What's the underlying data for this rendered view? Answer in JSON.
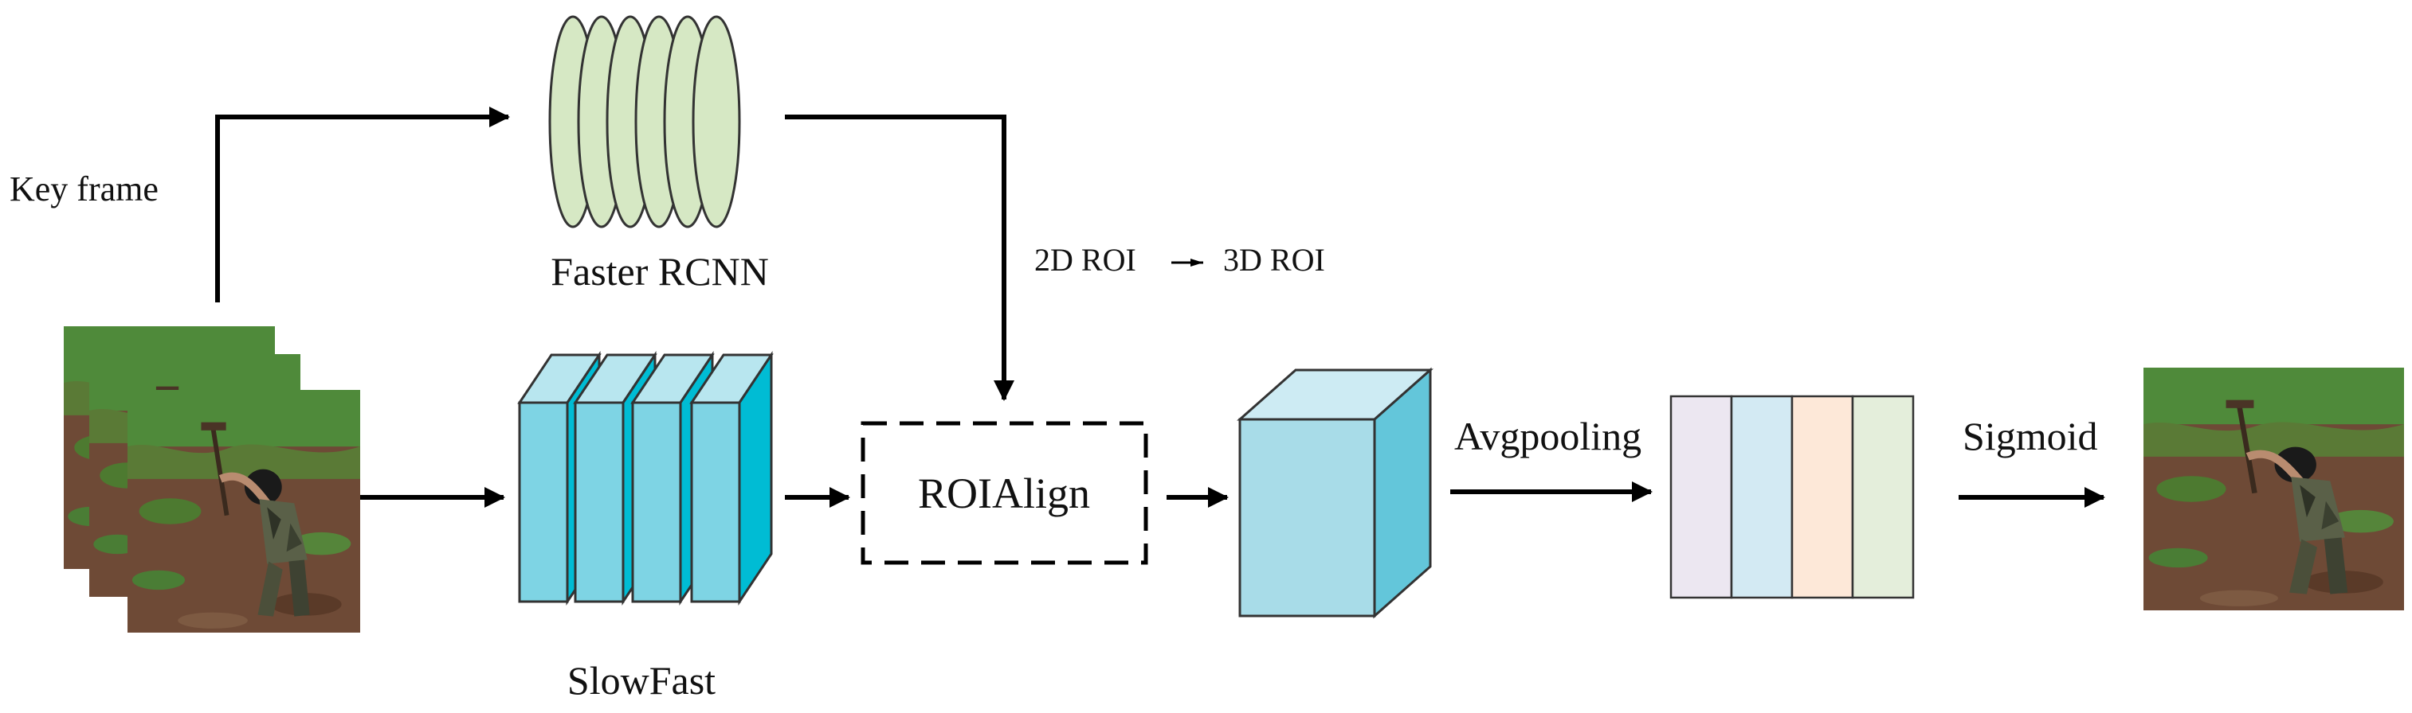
{
  "labels": {
    "key_frame": "Key frame",
    "faster_rcnn": "Faster RCNN",
    "roi_conversion_from": "2D ROI",
    "roi_conversion_to": "3D ROI",
    "roi_align": "ROIAlign",
    "avgpooling": "Avgpooling",
    "sigmoid": "Sigmoid",
    "slowfast": "SlowFast"
  },
  "colors": {
    "faster_rcnn_disc": "#d6e8c4",
    "slowfast_front": "#00bcd4",
    "slowfast_side": "#7ed4e4",
    "cube_front": "#a8dce8",
    "cube_side": "#63c6da",
    "cube_top": "#cdebf3",
    "pool_bars": [
      "#ece7f1",
      "#d3eaf3",
      "#fde8d8",
      "#e4eedb"
    ],
    "arrow": "#000000",
    "photo_ground": "#6e4a36",
    "photo_foliage": "#4f8a3a"
  },
  "icons": {
    "input_frames": "video-frame-stack-icon",
    "output_frame": "detected-action-frame-icon",
    "faster_rcnn": "detector-disc-stack-icon",
    "slowfast": "feature-map-stack-icon",
    "feature_cube": "roi-feature-cube-icon",
    "pooled_vector": "pooled-feature-vector-icon"
  }
}
